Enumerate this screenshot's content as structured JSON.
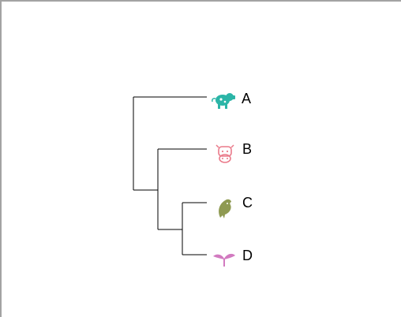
{
  "tree": {
    "leaves": [
      {
        "label": "A",
        "icon": "pig-icon",
        "color": "#2bb5a7"
      },
      {
        "label": "B",
        "icon": "cow-icon",
        "color": "#ea7a8a"
      },
      {
        "label": "C",
        "icon": "dolphin-icon",
        "color": "#8f9a52"
      },
      {
        "label": "D",
        "icon": "seedling-icon",
        "color": "#d27ac0"
      }
    ],
    "topology": "(A,(B,(C,D)))",
    "line_color": "#000000"
  }
}
